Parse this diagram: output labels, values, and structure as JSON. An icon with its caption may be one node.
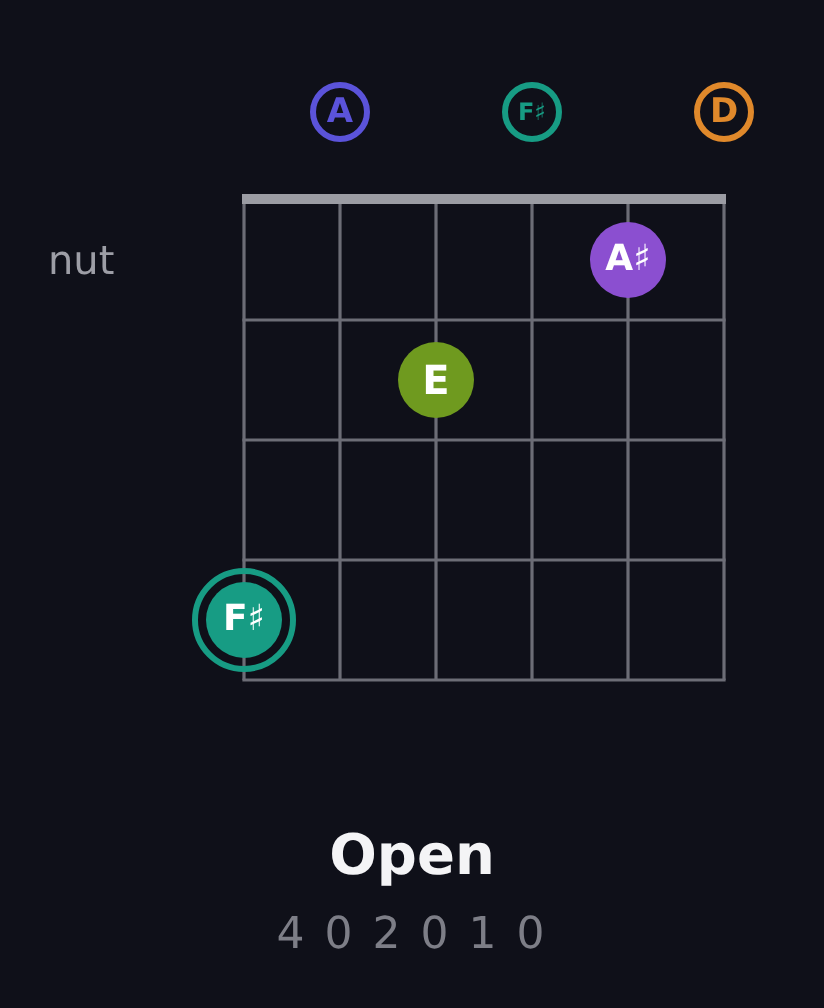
{
  "diagram": {
    "title": "Open",
    "nodes": [
      {
        "text": [
          "A"
        ]
      },
      {
        "text": [
          "F♯"
        ]
      },
      {
        "text": [
          "D"
        ]
      },
      {
        "text": [
          "A♯"
        ]
      },
      {
        "text": [
          "E"
        ]
      },
      {
        "text": [
          "F♯"
        ]
      }
    ],
    "labels": [
      "nut",
      "4 0 2 0 1 0"
    ]
  }
}
